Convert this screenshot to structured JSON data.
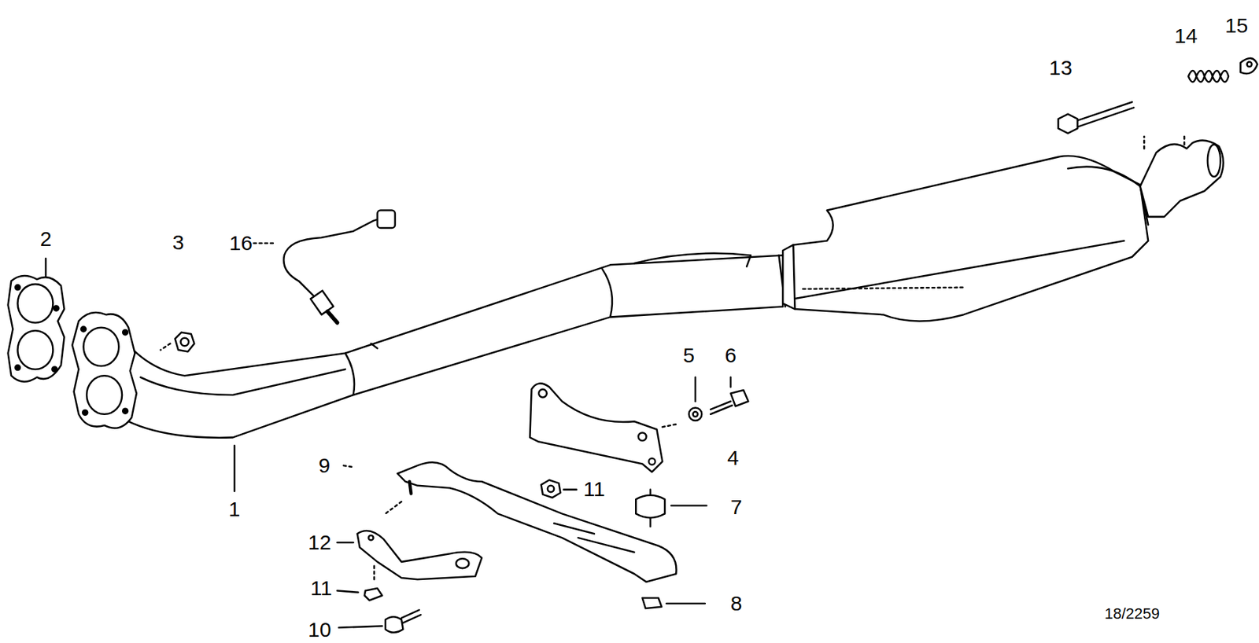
{
  "diagram": {
    "labels": [
      "2",
      "3",
      "16",
      "1",
      "9",
      "12",
      "11",
      "10",
      "5",
      "6",
      "4",
      "11",
      "7",
      "8",
      "13",
      "14",
      "15",
      "18/2259"
    ]
  }
}
